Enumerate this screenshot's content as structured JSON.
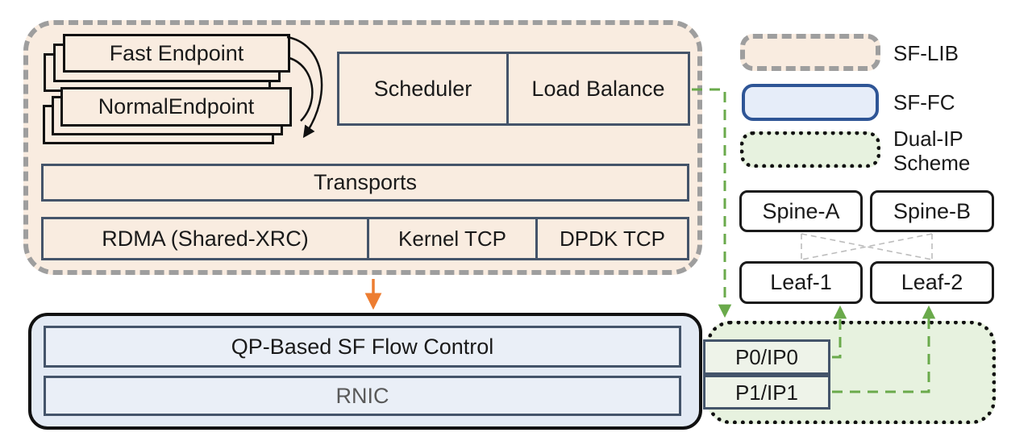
{
  "sf_lib": {
    "fast_endpoint": "Fast Endpoint",
    "normal_endpoint": "NormalEndpoint",
    "scheduler": "Scheduler",
    "load_balance": "Load Balance",
    "transports": "Transports",
    "rdma": "RDMA (Shared-XRC)",
    "kernel_tcp": "Kernel TCP",
    "dpdk_tcp": "DPDK TCP"
  },
  "sf_fc": {
    "qp_flow_control": "QP-Based SF Flow Control",
    "rnic": "RNIC"
  },
  "dual_ip": {
    "p0": "P0/IP0",
    "p1": "P1/IP1"
  },
  "fabric": {
    "spine_a": "Spine-A",
    "spine_b": "Spine-B",
    "leaf_1": "Leaf-1",
    "leaf_2": "Leaf-2"
  },
  "legend": [
    {
      "label": "SF-LIB",
      "swatch_style": "gray-dashed-peach"
    },
    {
      "label": "SF-FC",
      "swatch_style": "blue-solid-lightblue"
    },
    {
      "label": "Dual-IP Scheme",
      "swatch_style": "black-dotted-green"
    }
  ],
  "colors": {
    "sf_lib_fill": "#f9ece0",
    "sf_lib_border": "#9e9e9e",
    "sf_fc_fill": "#eaeff7",
    "sf_fc_legend_border": "#2e5596",
    "inner_box_border": "#44546a",
    "dual_ip_fill": "#e7f2df",
    "green_connector": "#6aaa4b",
    "orange_arrow": "#ed7d31",
    "fabric_link_gray": "#bdbdbd",
    "rnic_text": "#595959"
  }
}
